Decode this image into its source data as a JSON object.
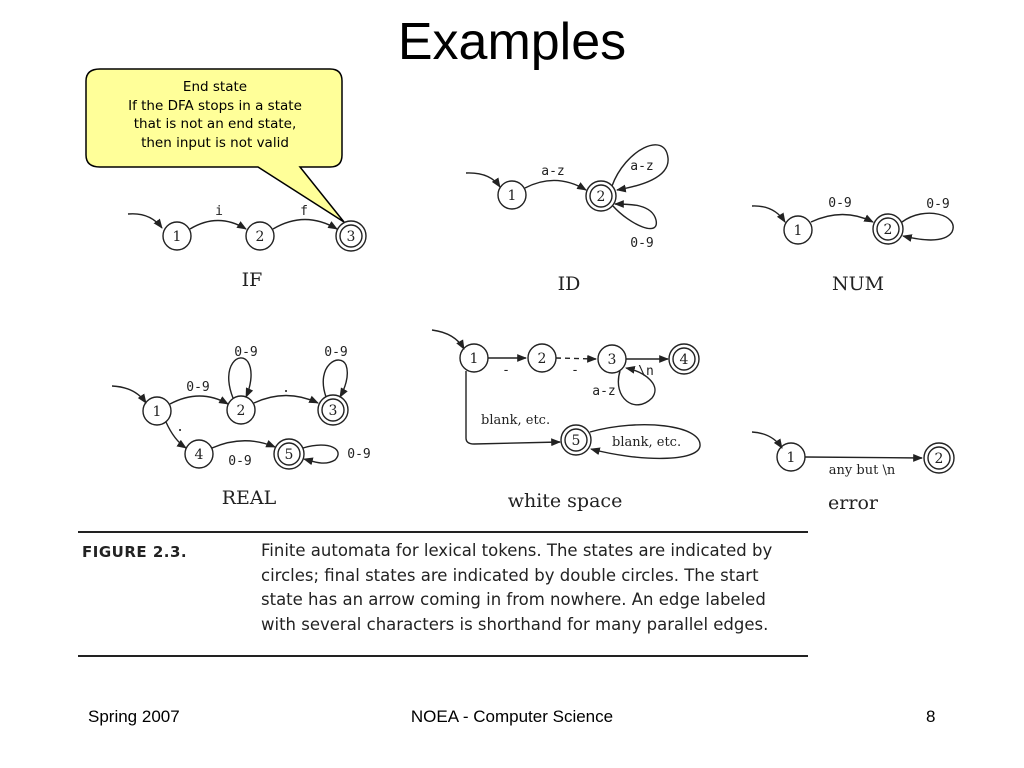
{
  "slide": {
    "title": "Examples",
    "footer": {
      "left": "Spring 2007",
      "center": "NOEA - Computer Science",
      "page": "8"
    }
  },
  "callout": {
    "lines": [
      "End state",
      "If the DFA stops in a state",
      "that is not an end state,",
      "then input is not valid"
    ],
    "fill": "#ffff99"
  },
  "diagrams": {
    "if": {
      "name": "IF",
      "states": [
        "1",
        "2",
        "3"
      ],
      "edges": [
        "i",
        "f"
      ]
    },
    "id": {
      "name": "ID",
      "states": [
        "1",
        "2"
      ],
      "edges": [
        "a-z",
        "a-z",
        "0-9"
      ]
    },
    "num": {
      "name": "NUM",
      "states": [
        "1",
        "2"
      ],
      "edges": [
        "0-9",
        "0-9"
      ]
    },
    "real": {
      "name": "REAL",
      "states": [
        "1",
        "2",
        "3",
        "4",
        "5"
      ],
      "edges": [
        "0-9",
        "0-9",
        "0-9",
        ".",
        ".",
        "0-9",
        "0-9"
      ]
    },
    "white": {
      "name": "white space",
      "states": [
        "1",
        "2",
        "3",
        "4",
        "5"
      ],
      "edges": [
        "-",
        "-",
        "\\n",
        "a-z",
        "blank, etc.",
        "blank, etc."
      ]
    },
    "error": {
      "name": "error",
      "states": [
        "1",
        "2"
      ],
      "edges": [
        "any but \\n"
      ]
    }
  },
  "figure": {
    "label": "FIGURE 2.3.",
    "lines": [
      "Finite automata for lexical tokens. The states are indicated by",
      "circles; final states are indicated by double circles. The start",
      "state has an arrow coming in from nowhere. An edge labeled",
      "with several characters is shorthand for many parallel edges."
    ]
  }
}
